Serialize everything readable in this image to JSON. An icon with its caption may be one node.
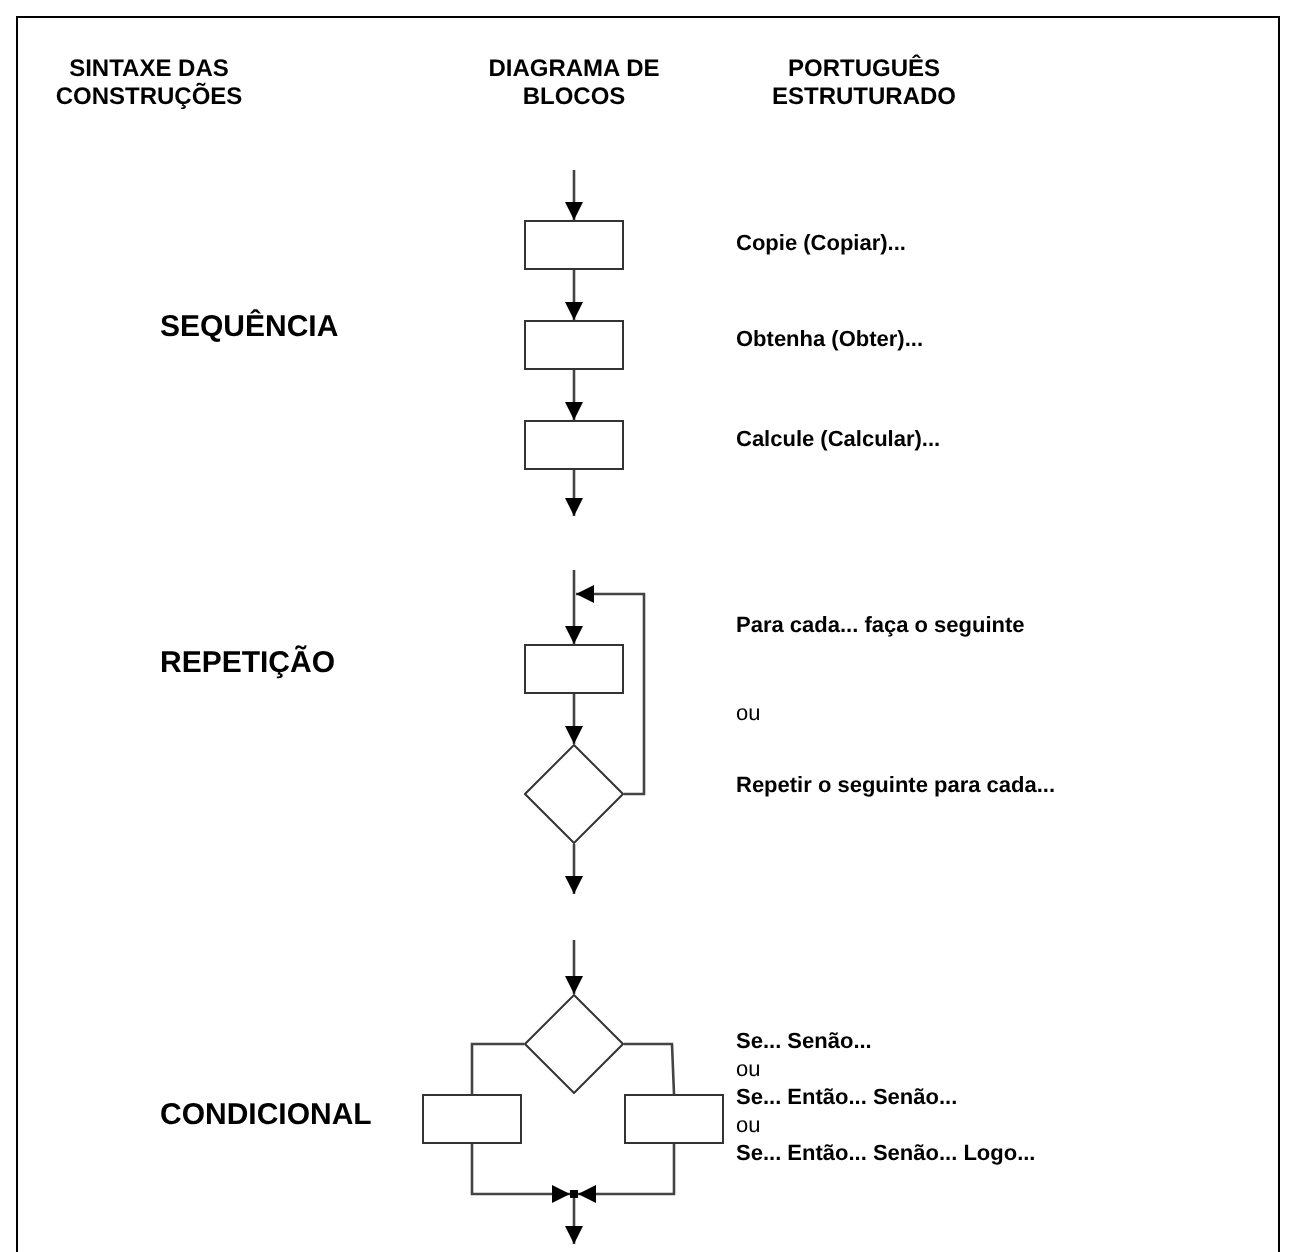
{
  "diagram": {
    "nodes": [
      {
        "text": [],
        "shape": "box"
      },
      {
        "text": [],
        "shape": "box"
      },
      {
        "text": [],
        "shape": "box"
      },
      {
        "text": [],
        "shape": "box"
      },
      {
        "text": [],
        "shape": "diamond"
      },
      {
        "text": [],
        "shape": "diamond"
      },
      {
        "text": [],
        "shape": "box"
      },
      {
        "text": [],
        "shape": "box"
      },
      {
        "text": [],
        "shape": "point"
      }
    ],
    "edges": [
      {
        "from": null,
        "to": 0,
        "arrow": "to"
      },
      {
        "from": 0,
        "to": 1,
        "arrow": "to"
      },
      {
        "from": 1,
        "to": 2,
        "arrow": "to"
      },
      {
        "from": 2,
        "to": null,
        "arrow": "to"
      },
      {
        "from": null,
        "to": 3,
        "arrow": "to"
      },
      {
        "from": 4,
        "to": 3,
        "arrow": "to"
      },
      {
        "from": 3,
        "to": 4,
        "arrow": "to"
      },
      {
        "from": 4,
        "to": null,
        "arrow": "to"
      },
      {
        "from": null,
        "to": 5,
        "arrow": "to"
      },
      {
        "from": 5,
        "to": 6,
        "arrow": "none"
      },
      {
        "from": 5,
        "to": 7,
        "arrow": "none"
      },
      {
        "from": 6,
        "to": 8,
        "arrow": "to"
      },
      {
        "from": 7,
        "to": 8,
        "arrow": "to"
      },
      {
        "from": 8,
        "to": null,
        "arrow": "to"
      }
    ],
    "labels": [
      "SINTAXE DAS CONSTRUÇÕES",
      "DIAGRAMA DE BLOCOS",
      "PORTUGUÊS ESTRUTURADO",
      "Copie (Copiar)...",
      "SEQUÊNCIA",
      "Obtenha (Obter)...",
      "Calcule (Calcular)...",
      "Para cada... faça o seguinte",
      "REPETIÇÃO",
      "ou",
      "Repetir o seguinte para cada...",
      "Se... Senão...",
      "ou",
      "CONDICIONAL",
      "Se... Então... Senão...",
      "ou",
      "Se... Então... Senão... Logo..."
    ]
  }
}
